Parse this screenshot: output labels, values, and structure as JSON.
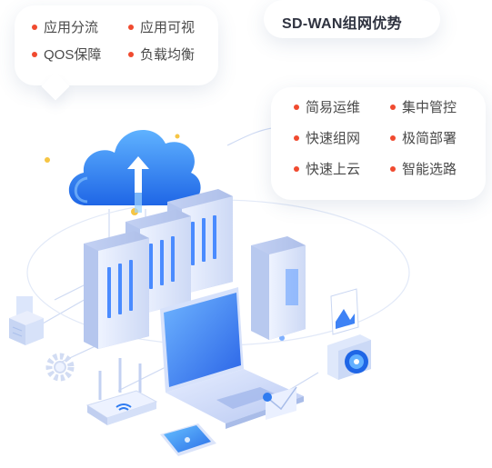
{
  "callout_left": {
    "items": [
      "应用分流",
      "应用可视",
      "QOS保障",
      "负载均衡"
    ]
  },
  "callout_title": {
    "text": "SD-WAN组网优势"
  },
  "callout_right": {
    "items": [
      "简易运维",
      "集中管控",
      "快速组网",
      "极简部署",
      "快速上云",
      "智能选路"
    ]
  },
  "colors": {
    "bullet": "#f04a2f",
    "accent_blue": "#2f7bf0",
    "text": "#4a4a4a"
  }
}
